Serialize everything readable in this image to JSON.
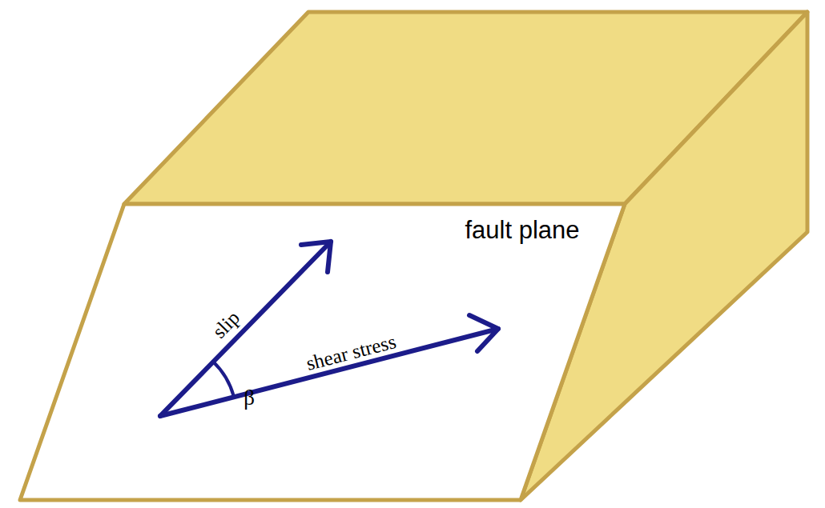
{
  "diagram": {
    "labels": [
      "fault plane",
      "slip",
      "shear stress",
      "β"
    ]
  }
}
